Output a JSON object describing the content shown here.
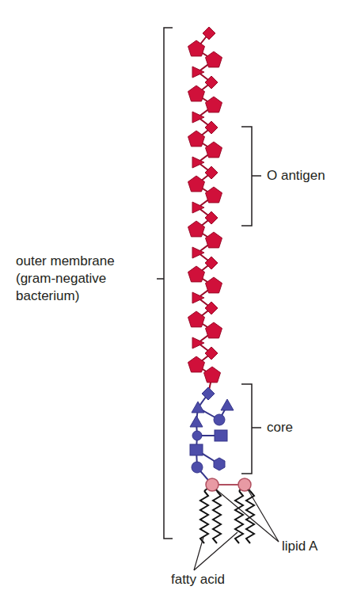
{
  "diagram": {
    "labels": [
      "outer membrane (gram-negative bacterium)",
      "O antigen",
      "core",
      "lipid A",
      "fatty acid"
    ]
  }
}
